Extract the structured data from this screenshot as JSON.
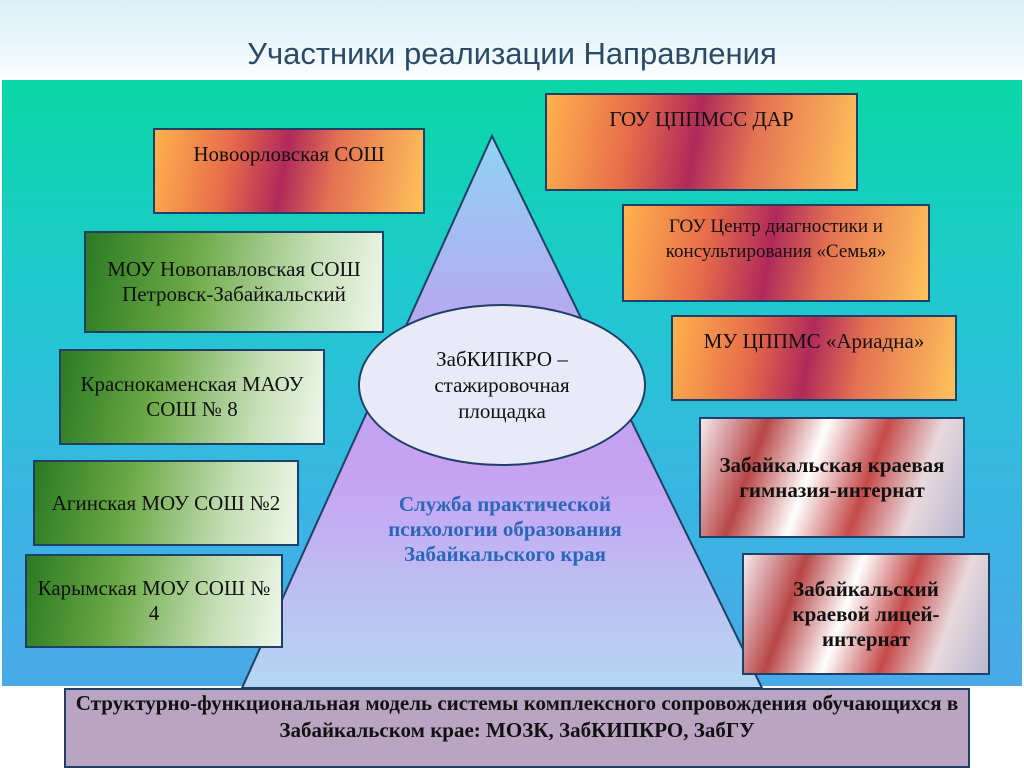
{
  "title": "Участники реализации Направления",
  "left_boxes": [
    "Новоорловская СОШ",
    "МОУ Новопавловская СОШ Петровск-Забайкальский",
    "Краснокаменская МАОУ СОШ № 8",
    "Агинская МОУ СОШ №2",
    "Карымская МОУ СОШ № 4"
  ],
  "right_boxes": [
    "ГОУ ЦППМСС ДАР",
    "ГОУ Центр диагностики и консультирования «Семья»",
    "МУ ЦППМС «Ариадна»",
    "Забайкальская краевая гимназия-интернат",
    "Забайкальский краевой лицей-интернат"
  ],
  "center": "ЗабКИПКРО – стажировочная площадка",
  "service": "Служба практической психологии образования Забайкальского края",
  "bottom": "Структурно-функциональная модель системы комплексного сопровождения обучающихся в Забайкальском крае: МОЗК, ЗабКИПКРО, ЗабГУ"
}
